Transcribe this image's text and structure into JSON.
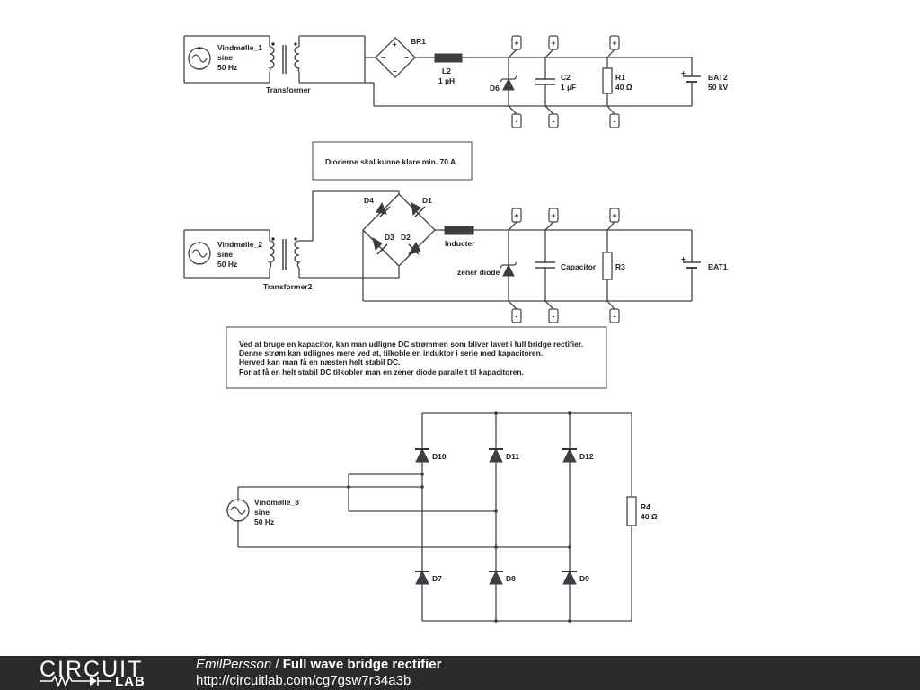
{
  "circuit1": {
    "source": {
      "name": "Vindmølle_1",
      "type": "sine",
      "freq": "50 Hz"
    },
    "transformer": "Transformer",
    "bridge": "BR1",
    "inductor": {
      "name": "L2",
      "value": "1 µH"
    },
    "diode": "D6",
    "capacitor": {
      "name": "C2",
      "value": "1 µF"
    },
    "resistor": {
      "name": "R1",
      "value": "40 Ω"
    },
    "battery": {
      "name": "BAT2",
      "value": "50 kV"
    }
  },
  "note1": "Dioderne skal kunne klare min. 70 A",
  "circuit2": {
    "source": {
      "name": "Vindmølle_2",
      "type": "sine",
      "freq": "50 Hz"
    },
    "transformer": "Transformer2",
    "diodes": [
      "D4",
      "D1",
      "D3",
      "D2"
    ],
    "inductor": "Inducter",
    "zener": "zener diode",
    "capacitor": "Capacitor",
    "resistor": "R3",
    "battery": "BAT1"
  },
  "note2": [
    "Ved at bruge en kapacitor, kan man udligne DC strømmen som bliver lavet i full bridge rectifier.",
    "Denne strøm kan udlignes mere ved at, tilkoble en induktor i serie med kapacitoren.",
    "Herved kan man få en næsten helt stabil DC.",
    "For at få en helt stabil DC tilkobler man en zener diode parallelt til kapacitoren."
  ],
  "circuit3": {
    "source": {
      "name": "Vindmølle_3",
      "type": "sine",
      "freq": "50 Hz"
    },
    "top_diodes": [
      "D10",
      "D11",
      "D12"
    ],
    "bottom_diodes": [
      "D7",
      "D8",
      "D9"
    ],
    "resistor": {
      "name": "R4",
      "value": "40 Ω"
    }
  },
  "pins": {
    "plus": "+",
    "minus": "-",
    "bat_plus": "+"
  },
  "footer": {
    "logo_top": "CIRCUIT",
    "logo_bottom": "LAB",
    "user": "EmilPersson",
    "separator": " / ",
    "title": "Full wave bridge rectifier",
    "url": "http://circuitlab.com/cg7gsw7r34a3b"
  }
}
